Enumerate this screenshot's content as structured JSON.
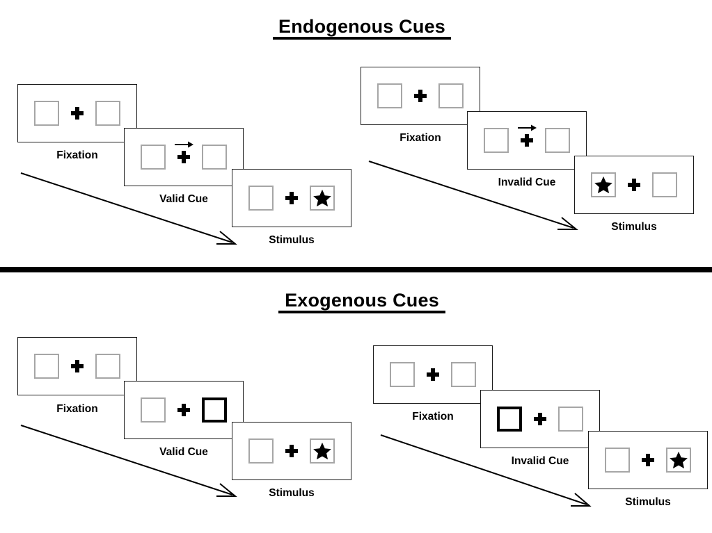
{
  "figure": {
    "title_endogenous": "Endogenous Cues",
    "title_exogenous": "Exogenous Cues",
    "divider": "section-divider-bar"
  },
  "sections": [
    {
      "id": "endogenous",
      "title": "Endogenous Cues",
      "conditions": [
        {
          "id": "endogenous-valid",
          "panels": [
            {
              "label": "Fixation",
              "left_box": "empty",
              "right_box": "empty",
              "center": "fixation-cross",
              "cue": "none"
            },
            {
              "label": "Valid Cue",
              "left_box": "empty",
              "right_box": "empty",
              "center": "fixation-cross",
              "cue": "arrow-right"
            },
            {
              "label": "Stimulus",
              "left_box": "empty",
              "right_box": "star",
              "center": "fixation-cross",
              "cue": "none"
            }
          ]
        },
        {
          "id": "endogenous-invalid",
          "panels": [
            {
              "label": "Fixation",
              "left_box": "empty",
              "right_box": "empty",
              "center": "fixation-cross",
              "cue": "none"
            },
            {
              "label": "Invalid Cue",
              "left_box": "empty",
              "right_box": "empty",
              "center": "fixation-cross",
              "cue": "arrow-right"
            },
            {
              "label": "Stimulus",
              "left_box": "star",
              "right_box": "empty",
              "center": "fixation-cross",
              "cue": "none"
            }
          ]
        }
      ]
    },
    {
      "id": "exogenous",
      "title": "Exogenous Cues",
      "conditions": [
        {
          "id": "exogenous-valid",
          "panels": [
            {
              "label": "Fixation",
              "left_box": "empty",
              "right_box": "empty",
              "center": "fixation-cross",
              "cue": "none"
            },
            {
              "label": "Valid Cue",
              "left_box": "empty",
              "right_box": "highlighted",
              "center": "fixation-cross",
              "cue": "box-flash-right"
            },
            {
              "label": "Stimulus",
              "left_box": "empty",
              "right_box": "star",
              "center": "fixation-cross",
              "cue": "none"
            }
          ]
        },
        {
          "id": "exogenous-invalid",
          "panels": [
            {
              "label": "Fixation",
              "left_box": "empty",
              "right_box": "empty",
              "center": "fixation-cross",
              "cue": "none"
            },
            {
              "label": "Invalid Cue",
              "left_box": "highlighted",
              "right_box": "empty",
              "center": "fixation-cross",
              "cue": "box-flash-left"
            },
            {
              "label": "Stimulus",
              "left_box": "empty",
              "right_box": "star",
              "center": "fixation-cross",
              "cue": "none"
            }
          ]
        }
      ]
    }
  ],
  "labels": {
    "fixation": "Fixation",
    "valid_cue": "Valid Cue",
    "invalid_cue": "Invalid Cue",
    "stimulus": "Stimulus"
  },
  "colors": {
    "ink": "#000000",
    "frame_border": "#1a1a1a",
    "box_border": "#a6a6a6",
    "cued_box_border": "#000000",
    "background": "#ffffff"
  },
  "icons": {
    "fixation_cross": "plus-icon",
    "target": "star-icon",
    "cue_arrow": "arrow-right-icon",
    "time_flow": "diagonal-arrow-icon"
  }
}
